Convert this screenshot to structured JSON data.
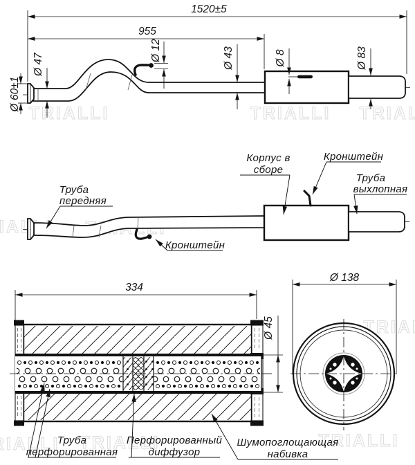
{
  "watermark": "TRIALLI",
  "top_view": {
    "dim_total_length": "1520±5",
    "dim_front_length": "955",
    "dim_inlet": "Ø 60±1",
    "dim_front_pipe": "Ø 47",
    "dim_hook_rod": "Ø 12",
    "dim_mid_pipe": "Ø 43",
    "dim_pin": "Ø 8",
    "dim_tail_pipe": "Ø 83"
  },
  "assembly_view": {
    "front_pipe": [
      "Труба",
      "передняя"
    ],
    "bracket_lower": "Кронштейн",
    "body_assembly": [
      "Корпус в",
      "сборе"
    ],
    "bracket_upper": "Кронштейн",
    "exhaust_pipe": [
      "Труба",
      "выхлопная"
    ]
  },
  "section_view": {
    "dim_body_length": "334",
    "dim_pipe": "Ø 45",
    "perforated_pipe": [
      "Труба",
      "перфорированная"
    ],
    "diffuser": [
      "Перфорированный",
      "диффузор"
    ],
    "padding": [
      "Шумопоглощающая",
      "набивка"
    ]
  },
  "end_view": {
    "dim_outer": "Ø 138"
  }
}
